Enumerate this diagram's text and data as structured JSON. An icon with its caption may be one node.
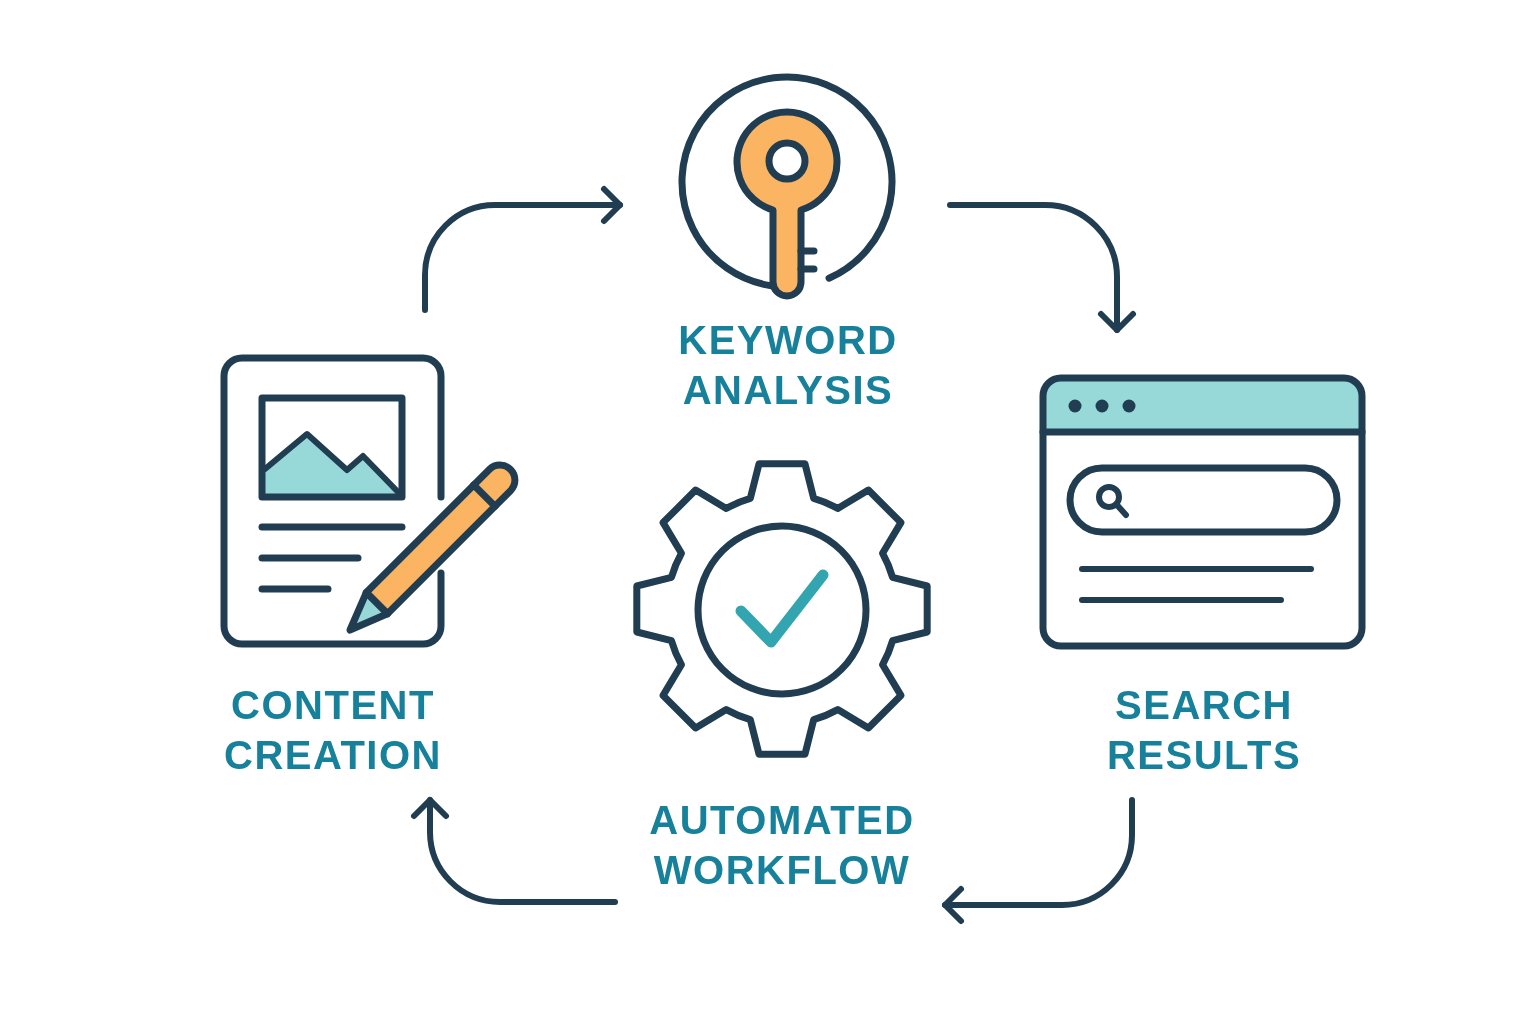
{
  "diagram": {
    "nodes": [
      {
        "text": [
          "KEYWORD ANALYSIS"
        ]
      },
      {
        "text": [
          "CONTENT CREATION"
        ]
      },
      {
        "text": [
          "SEARCH RESULTS"
        ]
      },
      {
        "text": [
          "AUTOMATED WORKFLOW"
        ]
      }
    ],
    "edges": [
      {
        "from": 1,
        "to": 0,
        "arrow": "to"
      },
      {
        "from": 0,
        "to": 2,
        "arrow": "to"
      },
      {
        "from": 2,
        "to": 3,
        "arrow": "to"
      },
      {
        "from": 3,
        "to": 1,
        "arrow": "to"
      }
    ]
  }
}
